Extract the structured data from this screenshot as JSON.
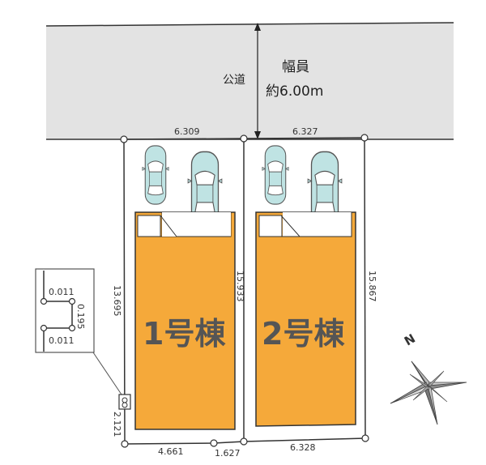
{
  "road": {
    "label": "公道",
    "width_label": "幅員",
    "width_value": "約6.00m",
    "color": "#e3e3e3"
  },
  "buildings": [
    {
      "id": "1",
      "label": "1号棟",
      "color": "#f5a93a"
    },
    {
      "id": "2",
      "label": "2号棟",
      "color": "#f5a93a"
    }
  ],
  "dimensions": {
    "lot1_top": "6.309",
    "lot2_top": "6.327",
    "lot1_left": "13.695",
    "center_line": "15.933",
    "lot2_right": "15.867",
    "lot1_bottom_left": "2.121",
    "lot1_bottom_a": "4.661",
    "lot1_bottom_b": "1.627",
    "lot2_bottom": "6.328"
  },
  "inset": {
    "top": "0.011",
    "middle": "0.195",
    "bottom": "0.011"
  },
  "compass": {
    "label": "N",
    "icon": "compass-rose-icon"
  },
  "car_color": "#bfe3e3"
}
